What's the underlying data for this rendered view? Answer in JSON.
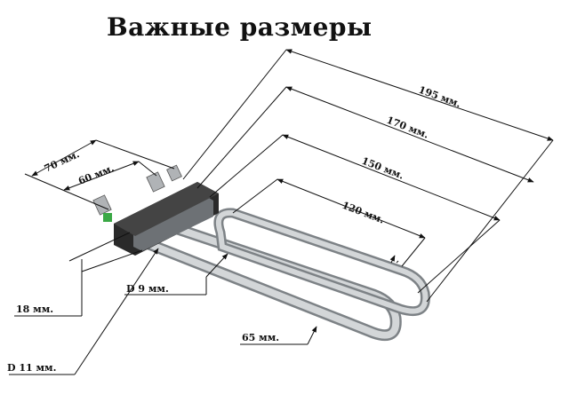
{
  "title": "Важные размеры",
  "dimensions": {
    "d195": "195 мм.",
    "d170": "170 мм.",
    "d150": "150 мм.",
    "d120": "120 мм.",
    "d70": "70 мм.",
    "d60": "60 мм.",
    "d18": "18 мм.",
    "d9": "D 9 мм.",
    "d65": "65 мм.",
    "d11": "D 11 мм."
  },
  "colors": {
    "line": "#111111",
    "tube": "#c9ccce",
    "tube_shadow": "#8c9094",
    "gasket": "#2a2a2a",
    "terminal": "#b0b3b6",
    "ground": "#3aa845"
  }
}
